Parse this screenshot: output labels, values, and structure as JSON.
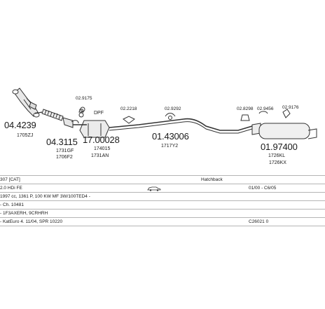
{
  "parts": [
    {
      "number": "04.4239",
      "code": "1705ZJ"
    },
    {
      "number": "04.3115",
      "code": "1731GF",
      "code2": "1706F2"
    },
    {
      "number": "17.00028",
      "code": "174015",
      "code2": "1731AN",
      "tag": "DPF"
    },
    {
      "number": "01.43006",
      "code": "1717Y2"
    },
    {
      "number": "01.97400",
      "code": "1726KL",
      "code2": "1726KX"
    }
  ],
  "mount_codes": [
    "02.9175",
    "02.2218",
    "02.9292",
    "02.8298",
    "02.9456",
    "02.9176"
  ],
  "spec": {
    "row1": {
      "model": "307 [CAT]",
      "body": "Hatchback"
    },
    "row2": {
      "engine": "2.0 HDi FE",
      "years": "01/00 - C6/05"
    },
    "row3": "1997 cc, 1361 P, 100 KW MF 3W/100TED4 -",
    "row4": "- Ch. 10481",
    "row5": "- 1F3AXERH, 9CRHRH",
    "row6": {
      "left": "- KatEuro 4. 11/04, SPR 10220",
      "right": "C26021 0"
    }
  }
}
